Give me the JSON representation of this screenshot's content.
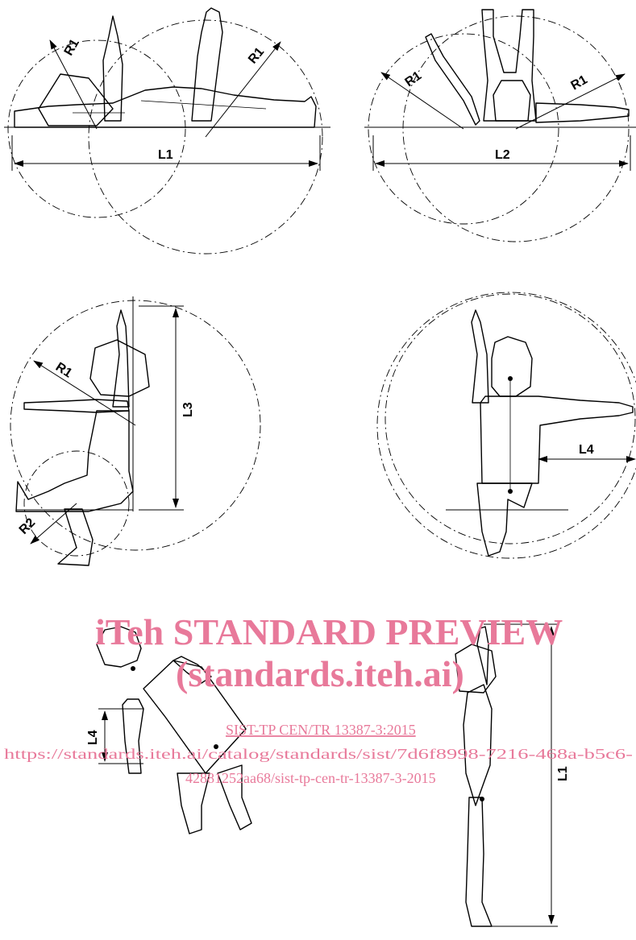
{
  "labels": {
    "r1": "R1",
    "r2": "R2",
    "l1": "L1",
    "l2": "L2",
    "l3": "L3",
    "l4": "L4",
    "l1_vertical": "L1"
  },
  "watermark": {
    "line1": "iTeh STANDARD PREVIEW",
    "line2": "(standards.iteh.ai)",
    "line3": "SIST-TP CEN/TR 13387-3:2015",
    "line4": "https://standards.iteh.ai/catalog/standards/sist/7d6f8998-7216-468a-b5c6-",
    "line5": "42881252aa68/sist-tp-cen-tr-13387-3-2015"
  },
  "colors": {
    "line": "#000000",
    "watermark": "#e8799a"
  }
}
